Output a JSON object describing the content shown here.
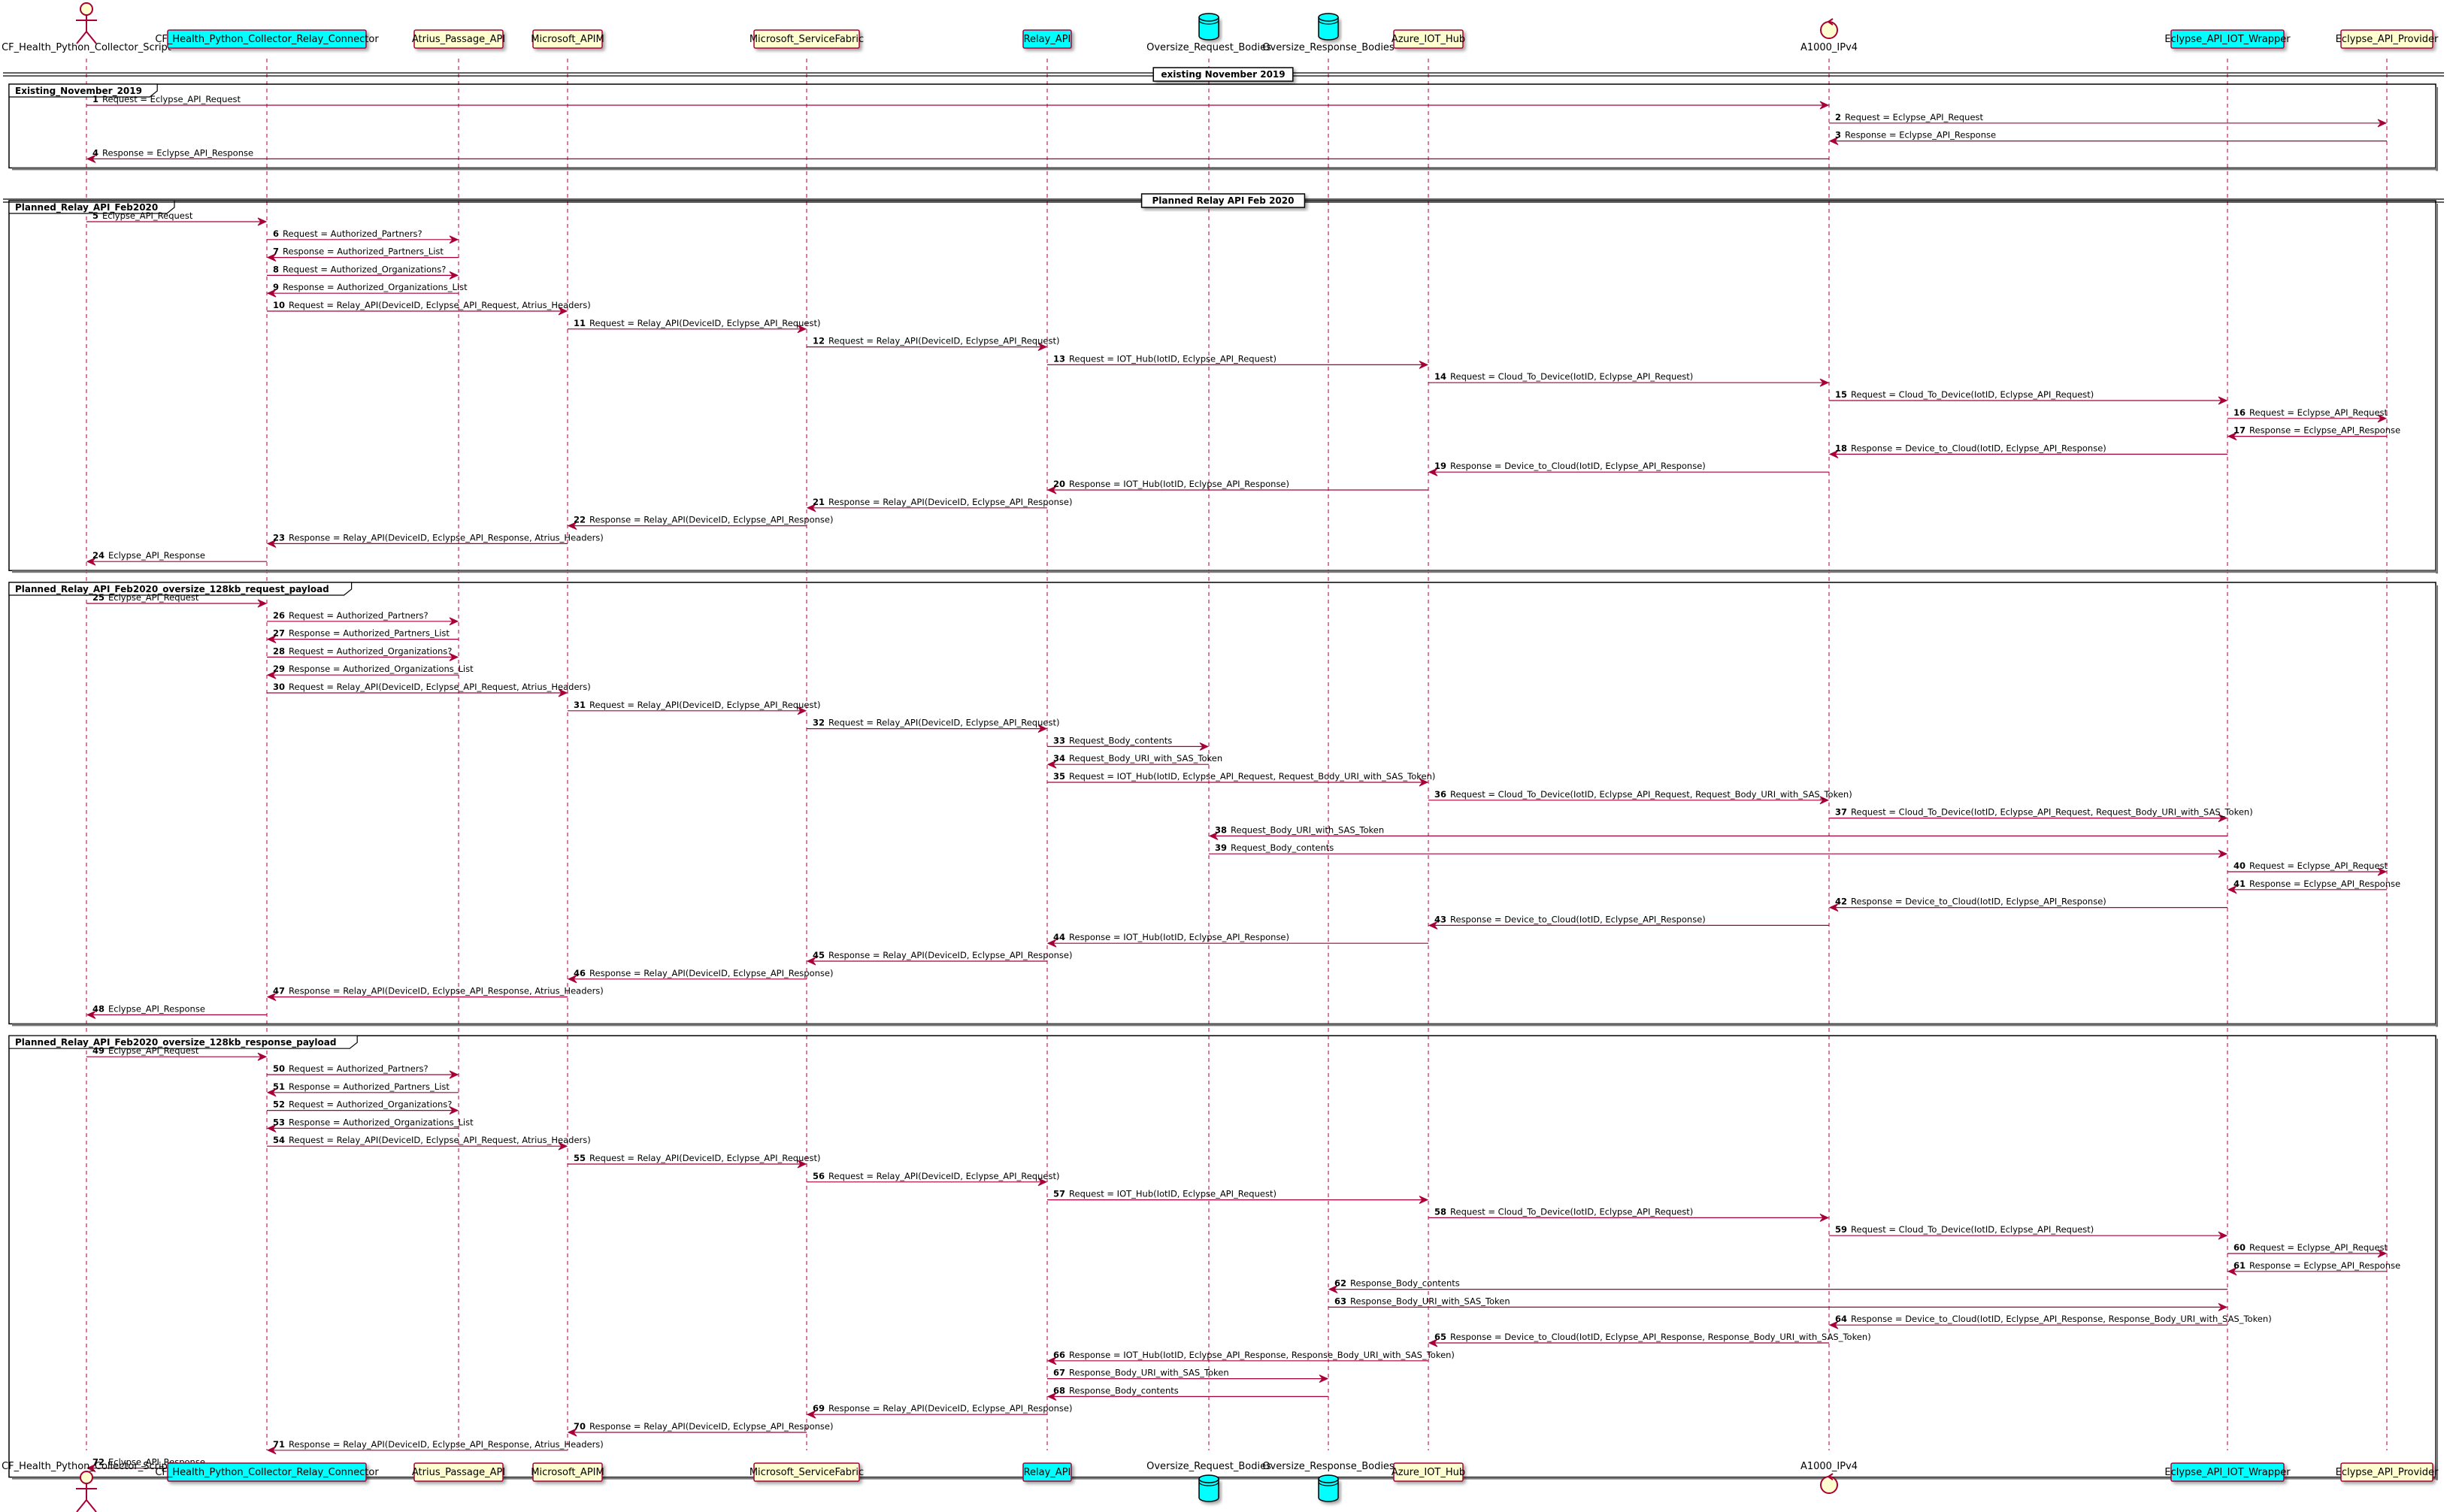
{
  "colors": {
    "line": "#A80036",
    "participant_default": "#FEFECE",
    "participant_highlight": "#00FFFF",
    "database": "#00FFFF",
    "group_border": "#000000"
  },
  "participants": [
    {
      "id": "script",
      "label": "CF_Health_Python_Collector_Script",
      "kind": "actor"
    },
    {
      "id": "relayconn",
      "label": "CF_Health_Python_Collector_Relay_Connector",
      "kind": "box",
      "highlight": true
    },
    {
      "id": "atrius",
      "label": "Atrius_Passage_API",
      "kind": "box"
    },
    {
      "id": "apim",
      "label": "Microsoft_APIM",
      "kind": "box"
    },
    {
      "id": "sf",
      "label": "Microsoft_ServiceFabric",
      "kind": "box"
    },
    {
      "id": "relay",
      "label": "Relay_API",
      "kind": "box",
      "highlight": true
    },
    {
      "id": "reqbodies",
      "label": "Oversize_Request_Bodies",
      "kind": "database"
    },
    {
      "id": "respbodies",
      "label": "Oversize_Response_Bodies",
      "kind": "database"
    },
    {
      "id": "iothub",
      "label": "Azure_IOT_Hub",
      "kind": "box"
    },
    {
      "id": "a1000",
      "label": "A1000_IPv4",
      "kind": "control"
    },
    {
      "id": "wrapper",
      "label": "Eclypse_API_IOT_Wrapper",
      "kind": "box",
      "highlight": true
    },
    {
      "id": "provider",
      "label": "Eclypse_API_Provider",
      "kind": "box"
    }
  ],
  "dividers": [
    {
      "label": "existing November 2019"
    },
    {
      "label": "Planned Relay API Feb 2020"
    }
  ],
  "groups": [
    {
      "name": "Existing_November_2019",
      "first": 1,
      "last": 4
    },
    {
      "name": "Planned_Relay_API_Feb2020",
      "first": 5,
      "last": 24
    },
    {
      "name": "Planned_Relay_API_Feb2020_oversize_128kb_request_payload",
      "first": 25,
      "last": 48
    },
    {
      "name": "Planned_Relay_API_Feb2020_oversize_128kb_response_payload",
      "first": 49,
      "last": 72
    }
  ],
  "messages": [
    {
      "num": "1",
      "from": "script",
      "to": "a1000",
      "label": "Request = Eclypse_API_Request"
    },
    {
      "num": "2",
      "from": "a1000",
      "to": "provider",
      "label": "Request = Eclypse_API_Request"
    },
    {
      "num": "3",
      "from": "provider",
      "to": "a1000",
      "label": "Response = Eclypse_API_Response"
    },
    {
      "num": "4",
      "from": "a1000",
      "to": "script",
      "label": "Response = Eclypse_API_Response"
    },
    {
      "num": "5",
      "from": "script",
      "to": "relayconn",
      "label": "Eclypse_API_Request"
    },
    {
      "num": "6",
      "from": "relayconn",
      "to": "atrius",
      "label": "Request = Authorized_Partners?"
    },
    {
      "num": "7",
      "from": "atrius",
      "to": "relayconn",
      "label": "Response = Authorized_Partners_List"
    },
    {
      "num": "8",
      "from": "relayconn",
      "to": "atrius",
      "label": "Request = Authorized_Organizations?"
    },
    {
      "num": "9",
      "from": "atrius",
      "to": "relayconn",
      "label": "Response = Authorized_Organizations_List"
    },
    {
      "num": "10",
      "from": "relayconn",
      "to": "apim",
      "label": "Request = Relay_API(DeviceID, Eclypse_API_Request, Atrius_Headers)"
    },
    {
      "num": "11",
      "from": "apim",
      "to": "sf",
      "label": "Request = Relay_API(DeviceID, Eclypse_API_Request)"
    },
    {
      "num": "12",
      "from": "sf",
      "to": "relay",
      "label": "Request = Relay_API(DeviceID, Eclypse_API_Request)"
    },
    {
      "num": "13",
      "from": "relay",
      "to": "iothub",
      "label": "Request = IOT_Hub(IotID, Eclypse_API_Request)"
    },
    {
      "num": "14",
      "from": "iothub",
      "to": "a1000",
      "label": "Request = Cloud_To_Device(IotID, Eclypse_API_Request)"
    },
    {
      "num": "15",
      "from": "a1000",
      "to": "wrapper",
      "label": "Request = Cloud_To_Device(IotID, Eclypse_API_Request)"
    },
    {
      "num": "16",
      "from": "wrapper",
      "to": "provider",
      "label": "Request = Eclypse_API_Request"
    },
    {
      "num": "17",
      "from": "provider",
      "to": "wrapper",
      "label": "Response = Eclypse_API_Response"
    },
    {
      "num": "18",
      "from": "wrapper",
      "to": "a1000",
      "label": "Response = Device_to_Cloud(IotID, Eclypse_API_Response)"
    },
    {
      "num": "19",
      "from": "a1000",
      "to": "iothub",
      "label": "Response = Device_to_Cloud(IotID, Eclypse_API_Response)"
    },
    {
      "num": "20",
      "from": "iothub",
      "to": "relay",
      "label": "Response = IOT_Hub(IotID, Eclypse_API_Response)"
    },
    {
      "num": "21",
      "from": "relay",
      "to": "sf",
      "label": "Response = Relay_API(DeviceID, Eclypse_API_Response)"
    },
    {
      "num": "22",
      "from": "sf",
      "to": "apim",
      "label": "Response = Relay_API(DeviceID, Eclypse_API_Response)"
    },
    {
      "num": "23",
      "from": "apim",
      "to": "relayconn",
      "label": "Response = Relay_API(DeviceID, Eclypse_API_Response, Atrius_Headers)"
    },
    {
      "num": "24",
      "from": "relayconn",
      "to": "script",
      "label": "Eclypse_API_Response"
    },
    {
      "num": "25",
      "from": "script",
      "to": "relayconn",
      "label": "Eclypse_API_Request"
    },
    {
      "num": "26",
      "from": "relayconn",
      "to": "atrius",
      "label": "Request = Authorized_Partners?"
    },
    {
      "num": "27",
      "from": "atrius",
      "to": "relayconn",
      "label": "Response = Authorized_Partners_List"
    },
    {
      "num": "28",
      "from": "relayconn",
      "to": "atrius",
      "label": "Request = Authorized_Organizations?"
    },
    {
      "num": "29",
      "from": "atrius",
      "to": "relayconn",
      "label": "Response = Authorized_Organizations_List"
    },
    {
      "num": "30",
      "from": "relayconn",
      "to": "apim",
      "label": "Request = Relay_API(DeviceID, Eclypse_API_Request, Atrius_Headers)"
    },
    {
      "num": "31",
      "from": "apim",
      "to": "sf",
      "label": "Request = Relay_API(DeviceID, Eclypse_API_Request)"
    },
    {
      "num": "32",
      "from": "sf",
      "to": "relay",
      "label": "Request = Relay_API(DeviceID, Eclypse_API_Request)"
    },
    {
      "num": "33",
      "from": "relay",
      "to": "reqbodies",
      "label": "Request_Body_contents"
    },
    {
      "num": "34",
      "from": "reqbodies",
      "to": "relay",
      "label": "Request_Body_URI_with_SAS_Token"
    },
    {
      "num": "35",
      "from": "relay",
      "to": "iothub",
      "label": "Request = IOT_Hub(IotID, Eclypse_API_Request, Request_Body_URI_with_SAS_Token)"
    },
    {
      "num": "36",
      "from": "iothub",
      "to": "a1000",
      "label": "Request = Cloud_To_Device(IotID, Eclypse_API_Request, Request_Body_URI_with_SAS_Token)"
    },
    {
      "num": "37",
      "from": "a1000",
      "to": "wrapper",
      "label": "Request = Cloud_To_Device(IotID, Eclypse_API_Request, Request_Body_URI_with_SAS_Token)"
    },
    {
      "num": "38",
      "from": "wrapper",
      "to": "reqbodies",
      "label": "Request_Body_URI_with_SAS_Token"
    },
    {
      "num": "39",
      "from": "reqbodies",
      "to": "wrapper",
      "label": "Request_Body_contents"
    },
    {
      "num": "40",
      "from": "wrapper",
      "to": "provider",
      "label": "Request = Eclypse_API_Request"
    },
    {
      "num": "41",
      "from": "provider",
      "to": "wrapper",
      "label": "Response = Eclypse_API_Response"
    },
    {
      "num": "42",
      "from": "wrapper",
      "to": "a1000",
      "label": "Response = Device_to_Cloud(IotID, Eclypse_API_Response)"
    },
    {
      "num": "43",
      "from": "a1000",
      "to": "iothub",
      "label": "Response = Device_to_Cloud(IotID, Eclypse_API_Response)"
    },
    {
      "num": "44",
      "from": "iothub",
      "to": "relay",
      "label": "Response = IOT_Hub(IotID, Eclypse_API_Response)"
    },
    {
      "num": "45",
      "from": "relay",
      "to": "sf",
      "label": "Response = Relay_API(DeviceID, Eclypse_API_Response)"
    },
    {
      "num": "46",
      "from": "sf",
      "to": "apim",
      "label": "Response = Relay_API(DeviceID, Eclypse_API_Response)"
    },
    {
      "num": "47",
      "from": "apim",
      "to": "relayconn",
      "label": "Response = Relay_API(DeviceID, Eclypse_API_Response, Atrius_Headers)"
    },
    {
      "num": "48",
      "from": "relayconn",
      "to": "script",
      "label": "Eclypse_API_Response"
    },
    {
      "num": "49",
      "from": "script",
      "to": "relayconn",
      "label": "Eclypse_API_Request"
    },
    {
      "num": "50",
      "from": "relayconn",
      "to": "atrius",
      "label": "Request = Authorized_Partners?"
    },
    {
      "num": "51",
      "from": "atrius",
      "to": "relayconn",
      "label": "Response = Authorized_Partners_List"
    },
    {
      "num": "52",
      "from": "relayconn",
      "to": "atrius",
      "label": "Request = Authorized_Organizations?"
    },
    {
      "num": "53",
      "from": "atrius",
      "to": "relayconn",
      "label": "Response = Authorized_Organizations_List"
    },
    {
      "num": "54",
      "from": "relayconn",
      "to": "apim",
      "label": "Request = Relay_API(DeviceID, Eclypse_API_Request, Atrius_Headers)"
    },
    {
      "num": "55",
      "from": "apim",
      "to": "sf",
      "label": "Request = Relay_API(DeviceID, Eclypse_API_Request)"
    },
    {
      "num": "56",
      "from": "sf",
      "to": "relay",
      "label": "Request = Relay_API(DeviceID, Eclypse_API_Request)"
    },
    {
      "num": "57",
      "from": "relay",
      "to": "iothub",
      "label": "Request = IOT_Hub(IotID, Eclypse_API_Request)"
    },
    {
      "num": "58",
      "from": "iothub",
      "to": "a1000",
      "label": "Request = Cloud_To_Device(IotID, Eclypse_API_Request)"
    },
    {
      "num": "59",
      "from": "a1000",
      "to": "wrapper",
      "label": "Request = Cloud_To_Device(IotID, Eclypse_API_Request)"
    },
    {
      "num": "60",
      "from": "wrapper",
      "to": "provider",
      "label": "Request = Eclypse_API_Request"
    },
    {
      "num": "61",
      "from": "provider",
      "to": "wrapper",
      "label": "Response = Eclypse_API_Response"
    },
    {
      "num": "62",
      "from": "wrapper",
      "to": "respbodies",
      "label": "Response_Body_contents"
    },
    {
      "num": "63",
      "from": "respbodies",
      "to": "wrapper",
      "label": "Response_Body_URI_with_SAS_Token"
    },
    {
      "num": "64",
      "from": "wrapper",
      "to": "a1000",
      "label": "Response = Device_to_Cloud(IotID, Eclypse_API_Response, Response_Body_URI_with_SAS_Token)"
    },
    {
      "num": "65",
      "from": "a1000",
      "to": "iothub",
      "label": "Response = Device_to_Cloud(IotID, Eclypse_API_Response, Response_Body_URI_with_SAS_Token)"
    },
    {
      "num": "66",
      "from": "iothub",
      "to": "relay",
      "label": "Response = IOT_Hub(IotID, Eclypse_API_Response, Response_Body_URI_with_SAS_Token)"
    },
    {
      "num": "67",
      "from": "relay",
      "to": "respbodies",
      "label": "Response_Body_URI_with_SAS_Token"
    },
    {
      "num": "68",
      "from": "respbodies",
      "to": "relay",
      "label": "Response_Body_contents"
    },
    {
      "num": "69",
      "from": "relay",
      "to": "sf",
      "label": "Response = Relay_API(DeviceID, Eclypse_API_Response)"
    },
    {
      "num": "70",
      "from": "sf",
      "to": "apim",
      "label": "Response = Relay_API(DeviceID, Eclypse_API_Response)"
    },
    {
      "num": "71",
      "from": "apim",
      "to": "relayconn",
      "label": "Response = Relay_API(DeviceID, Eclypse_API_Response, Atrius_Headers)"
    },
    {
      "num": "72",
      "from": "relayconn",
      "to": "script",
      "label": "Eclypse_API_Response"
    }
  ]
}
